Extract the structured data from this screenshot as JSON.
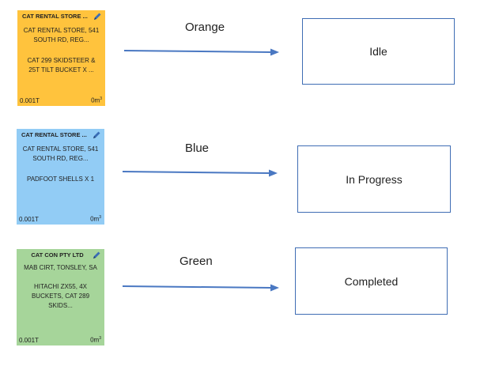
{
  "cards": [
    {
      "title": "CAT RENTAL STORE ...",
      "address": "CAT RENTAL STORE, 541 SOUTH RD, REG...",
      "description": "CAT 299 SKIDSTEER & 25T TILT BUCKET X ...",
      "weight": "0.001T",
      "volume": "0m",
      "volume_unit_sup": "3",
      "color": "#ffc33d"
    },
    {
      "title": "CAT RENTAL STORE ...",
      "address": "CAT RENTAL STORE, 541 SOUTH RD, REG...",
      "description": "PADFOOT SHELLS X 1",
      "weight": "0.001T",
      "volume": "0m",
      "volume_unit_sup": "3",
      "color": "#92ccf5"
    },
    {
      "title": "CAT CON PTY LTD",
      "address": "MAB CIRT, TONSLEY, SA",
      "description": "HITACHI ZX55, 4X BUCKETS, CAT 289 SKIDS...",
      "weight": "0.001T",
      "volume": "0m",
      "volume_unit_sup": "3",
      "color": "#a6d59a"
    }
  ],
  "labels": [
    "Orange",
    "Blue",
    "Green"
  ],
  "statuses": [
    "Idle",
    "In Progress",
    "Completed"
  ],
  "icons": {
    "edit": "pencil-icon"
  },
  "colors": {
    "arrow": "#4a78c2",
    "box_border": "#3f6db4"
  }
}
